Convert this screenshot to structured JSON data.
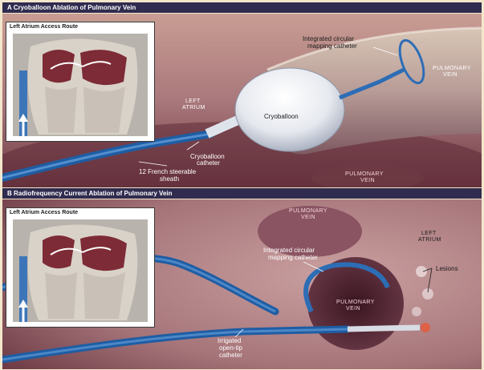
{
  "panel_a": {
    "header": "A  Cryoballoon Ablation of Pulmonary Vein",
    "inset_title": "Left Atrium Access Route",
    "labels": {
      "integrated_circular": "Integrated circular",
      "mapping_catheter": "mapping catheter",
      "left": "LEFT",
      "atrium": "ATRIUM",
      "pulmonary_top": "PULMONARY",
      "vein_top": "VEIN",
      "cryoballoon": "Cryoballoon",
      "cryoballoon_catheter_1": "Cryoballoon",
      "cryoballoon_catheter_2": "catheter",
      "sheath_1": "12 French steerable",
      "sheath_2": "sheath",
      "pulmonary_bottom": "PULMONARY",
      "vein_bottom": "VEIN"
    }
  },
  "panel_b": {
    "header": "B  Radiofrequency Current Ablation of Pulmonary Vein",
    "inset_title": "Left Atrium Access Route",
    "labels": {
      "pulmonary_top": "PULMONARY",
      "vein_top": "VEIN",
      "left": "LEFT",
      "atrium": "ATRIUM",
      "integrated_circular": "Integrated circular",
      "mapping_catheter": "mapping catheter",
      "lesions": "Lesions",
      "pulmonary_center": "PULMONARY",
      "vein_center": "VEIN",
      "irrigated": "Irrigated",
      "open_tip": "open-tip",
      "catheter": "catheter"
    }
  },
  "colors": {
    "header_bg": "#2f2c4f",
    "catheter_blue": "#2d6db5",
    "tissue": "#a9787c",
    "vein_dark": "#4a1f2a"
  }
}
